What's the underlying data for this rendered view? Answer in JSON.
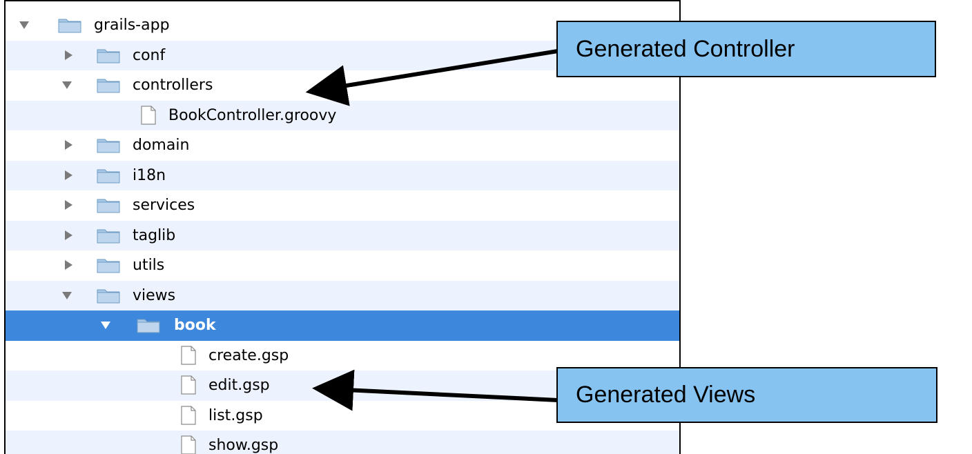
{
  "tree": {
    "items": [
      {
        "label": "grails-app",
        "kind": "folder",
        "disclosure": "expanded"
      },
      {
        "label": "conf",
        "kind": "folder",
        "disclosure": "collapsed"
      },
      {
        "label": "controllers",
        "kind": "folder",
        "disclosure": "expanded"
      },
      {
        "label": "BookController.groovy",
        "kind": "file"
      },
      {
        "label": "domain",
        "kind": "folder",
        "disclosure": "collapsed"
      },
      {
        "label": "i18n",
        "kind": "folder",
        "disclosure": "collapsed"
      },
      {
        "label": "services",
        "kind": "folder",
        "disclosure": "collapsed"
      },
      {
        "label": "taglib",
        "kind": "folder",
        "disclosure": "collapsed"
      },
      {
        "label": "utils",
        "kind": "folder",
        "disclosure": "collapsed"
      },
      {
        "label": "views",
        "kind": "folder",
        "disclosure": "expanded"
      },
      {
        "label": "book",
        "kind": "folder",
        "disclosure": "expanded",
        "selected": true
      },
      {
        "label": "create.gsp",
        "kind": "file"
      },
      {
        "label": "edit.gsp",
        "kind": "file"
      },
      {
        "label": "list.gsp",
        "kind": "file"
      },
      {
        "label": "show.gsp",
        "kind": "file"
      }
    ]
  },
  "callouts": {
    "controller": "Generated Controller",
    "views": "Generated Views"
  },
  "colors": {
    "selection": "#3d88dd",
    "alt_row": "#edf3fe",
    "callout_fill": "#86c3f0",
    "folder": "#a9c9e6"
  }
}
